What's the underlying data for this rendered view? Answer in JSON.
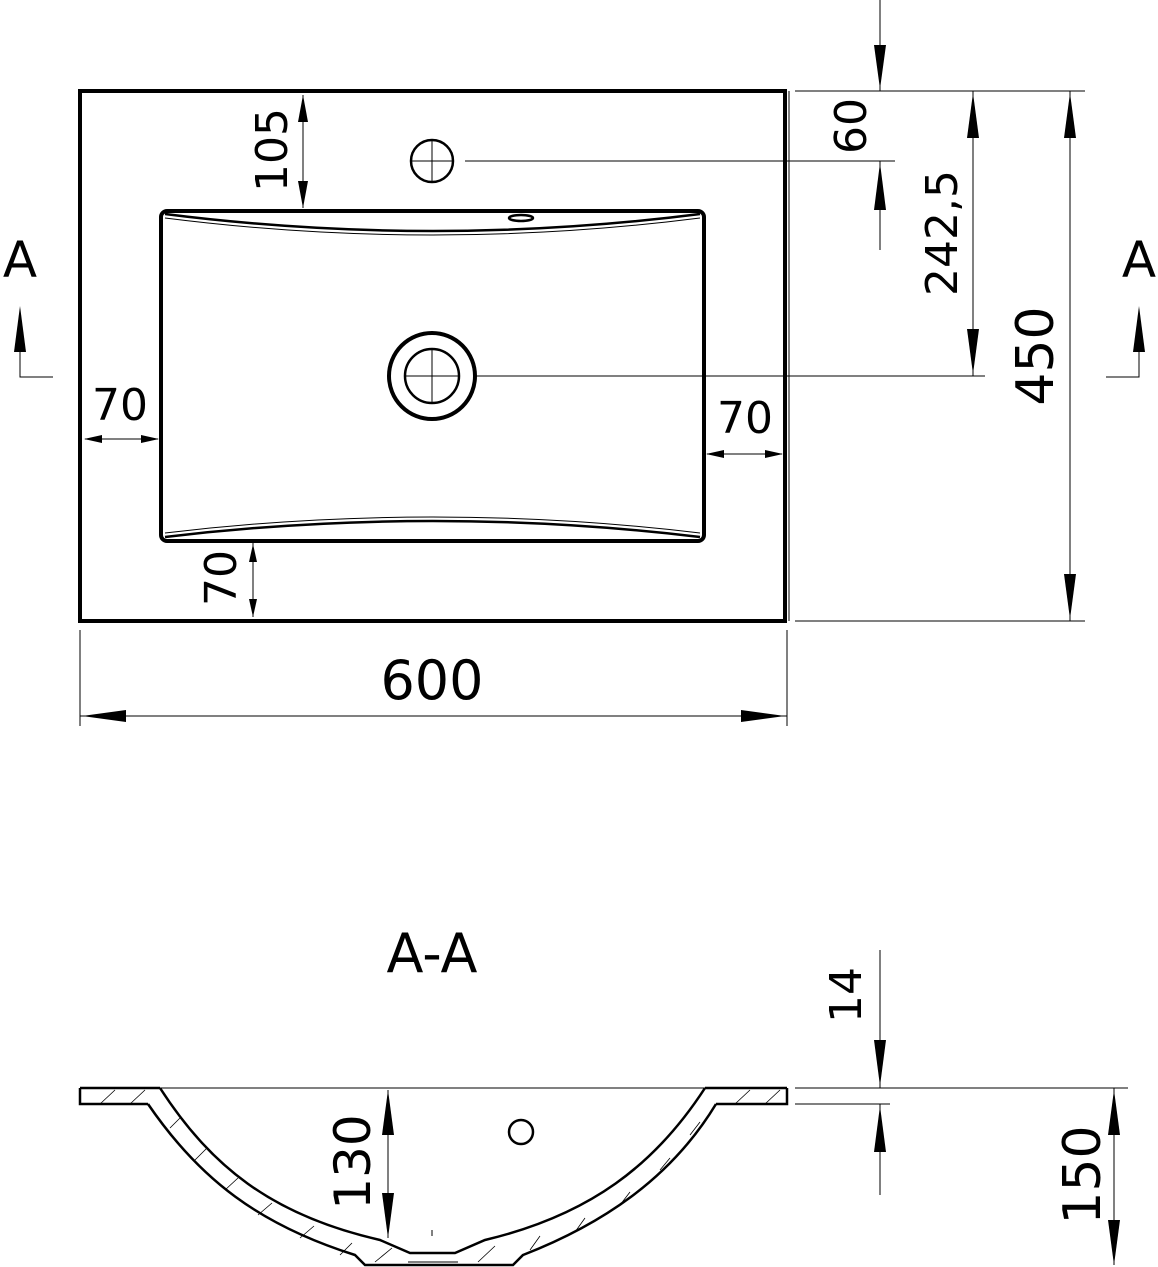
{
  "top_view": {
    "section_marker_left": "A",
    "section_marker_right": "A",
    "dims": {
      "faucet_hole_offset": "105",
      "tap_to_edge": "60",
      "drain_offset": "242,5",
      "total_depth": "450",
      "left_rim": "70",
      "right_rim": "70",
      "front_rim": "70",
      "total_width": "600"
    }
  },
  "section_view": {
    "title": "A-A",
    "dims": {
      "rim_thickness": "14",
      "bowl_depth": "130",
      "total_height": "150"
    }
  },
  "icons": [
    "arrow-icon"
  ],
  "colors": {
    "line": "#000000",
    "background": "#ffffff"
  }
}
